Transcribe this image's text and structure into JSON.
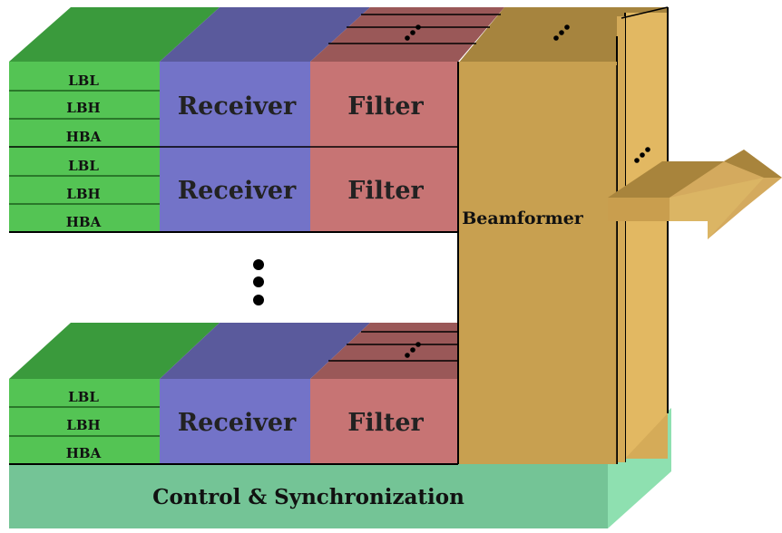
{
  "diagram": {
    "upper_stack": {
      "groups": [
        {
          "bands": [
            "LBL",
            "LBH",
            "HBA"
          ],
          "receiver": "Receiver",
          "filter": "Filter"
        },
        {
          "bands": [
            "LBL",
            "LBH",
            "HBA"
          ],
          "receiver": "Receiver",
          "filter": "Filter"
        }
      ]
    },
    "lower_stack": {
      "bands": [
        "LBL",
        "LBH",
        "HBA"
      ],
      "receiver": "Receiver",
      "filter": "Filter"
    },
    "beamformer": "Beamformer",
    "control": "Control & Synchronization",
    "colors": {
      "antenna_band": "#54c454",
      "antenna_top": "#3a9a3c",
      "receiver": "#7373c8",
      "receiver_top": "#5a5a9c",
      "filter": "#c77474",
      "filter_top": "#9a5858",
      "beamformer": "#c8a050",
      "beamformer_top": "#a6843e",
      "control": "#74c496",
      "control_side": "#8ee0b0"
    }
  }
}
